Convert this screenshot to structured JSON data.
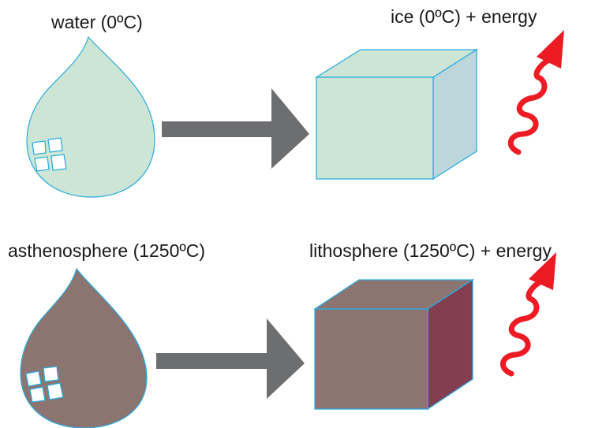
{
  "rows": [
    {
      "left_label": "water (0ºC)",
      "right_label": "ice (0ºC) + energy",
      "drop_fill": "#cce5d4",
      "cube_front": "#cce5d4",
      "cube_top": "#cce5d4",
      "cube_side": "#bcd6db",
      "outline": "#29abe2"
    },
    {
      "left_label": "asthenosphere (1250ºC)",
      "right_label": "lithosphere (1250ºC) + energy",
      "drop_fill": "#8c7471",
      "cube_front": "#8c7471",
      "cube_top": "#8c7471",
      "cube_side": "#833f4f",
      "outline": "#29abe2"
    }
  ],
  "colors": {
    "arrow": "#6d6e70",
    "energy_arrow": "#ed1c24"
  },
  "icons": [
    "water-drop-icon",
    "cube-icon",
    "wavy-arrow-icon"
  ]
}
